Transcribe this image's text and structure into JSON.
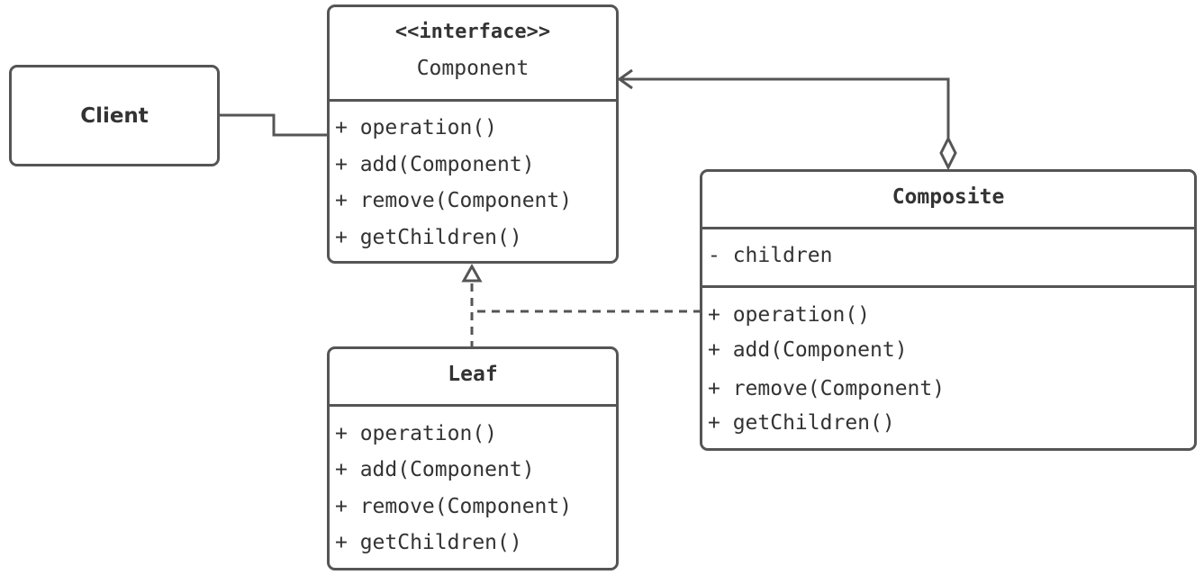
{
  "classes": {
    "client": {
      "name": "Client"
    },
    "component": {
      "stereotype": "<<interface>>",
      "name": "Component",
      "methods": [
        "+ operation()",
        "+ add(Component)",
        "+ remove(Component)",
        "+ getChildren()"
      ]
    },
    "composite": {
      "name": "Composite",
      "attributes": [
        "- children"
      ],
      "methods": [
        "+ operation()",
        "+ add(Component)",
        "+ remove(Component)",
        "+ getChildren()"
      ]
    },
    "leaf": {
      "name": "Leaf",
      "methods": [
        "+ operation()",
        "+ add(Component)",
        "+ remove(Component)",
        "+ getChildren()"
      ]
    }
  },
  "relationships": [
    {
      "type": "association",
      "from": "Client",
      "to": "Component"
    },
    {
      "type": "aggregation",
      "from": "Composite",
      "to": "Component"
    },
    {
      "type": "realization",
      "from": "Leaf",
      "to": "Component"
    },
    {
      "type": "realization",
      "from": "Composite",
      "to": "Component"
    }
  ],
  "colors": {
    "stroke": "#555555",
    "text": "#333333",
    "background": "#ffffff"
  }
}
